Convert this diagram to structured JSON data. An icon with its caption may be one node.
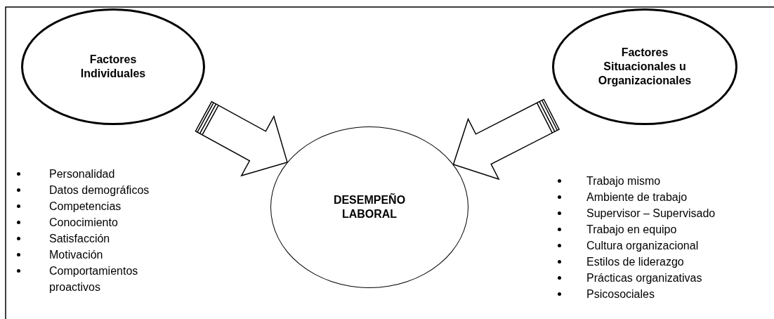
{
  "diagram": {
    "nodes": [
      {
        "text": [
          "Factores Individuales"
        ],
        "beside": [
          "Personalidad",
          "Datos demográficos",
          "Competencias",
          "Conocimiento",
          "Satisfacción",
          "Motivación",
          "Comportamientos proactivos"
        ]
      },
      {
        "text": [
          "DESEMPEÑO LABORAL"
        ]
      },
      {
        "text": [
          "Factores Situacionales u Organizacionales"
        ],
        "beside": [
          "Trabajo mismo",
          "Ambiente de trabajo",
          "Supervisor – Supervisado",
          "Trabajo en equipo",
          "Cultura organizacional",
          "Estilos de liderazgo",
          "Prácticas organizativas",
          "Psicosociales"
        ]
      }
    ],
    "edges": [
      {
        "from": 0,
        "to": 1,
        "arrow": "to"
      },
      {
        "from": 2,
        "to": 1,
        "arrow": "to"
      }
    ]
  }
}
